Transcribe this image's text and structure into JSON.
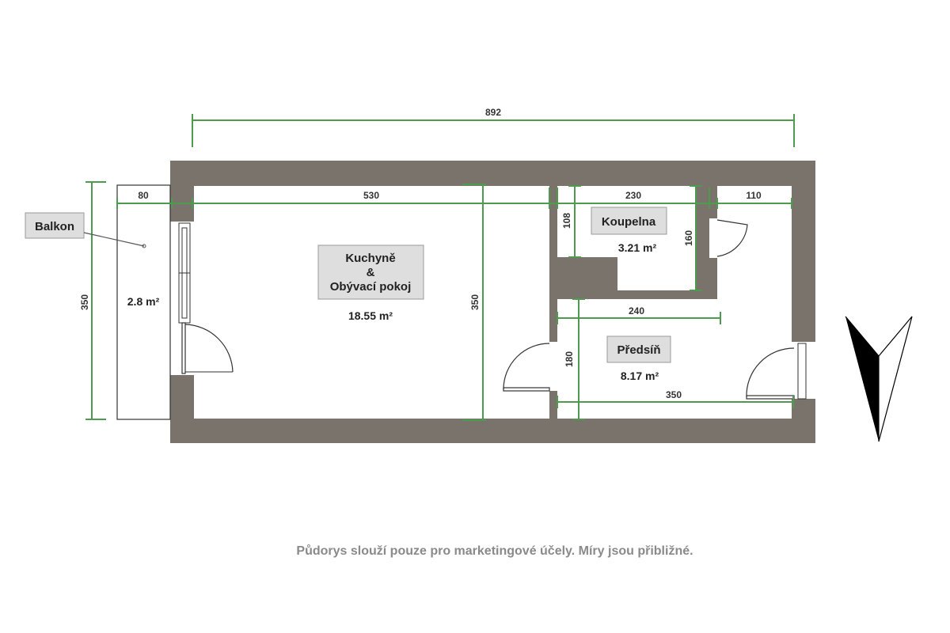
{
  "rooms": {
    "balkon": {
      "name": "Balkon",
      "area": "2.8 m²"
    },
    "kuchyne": {
      "name_line1": "Kuchyně",
      "name_line2": "&",
      "name_line3": "Obývací pokoj",
      "area": "18.55 m²"
    },
    "koupelna": {
      "name": "Koupelna",
      "area": "3.21 m²"
    },
    "predsin": {
      "name": "Předsíň",
      "area": "8.17 m²"
    }
  },
  "dimensions": {
    "total_width": "892",
    "balkon_width": "80",
    "kuchyne_width": "530",
    "koupelna_width": "230",
    "closet_width": "110",
    "balkon_height": "350",
    "kuchyne_height": "350",
    "koupelna_height_left": "108",
    "koupelna_height_right": "160",
    "predsin_width_top": "240",
    "predsin_height": "180",
    "predsin_width_bottom": "350"
  },
  "disclaimer": "Půdorys slouží pouze pro marketingové účely. Míry jsou přibližné.",
  "colors": {
    "wall": "#7a736b",
    "dimension": "#4e9a4e",
    "label_box": "#dedede"
  }
}
